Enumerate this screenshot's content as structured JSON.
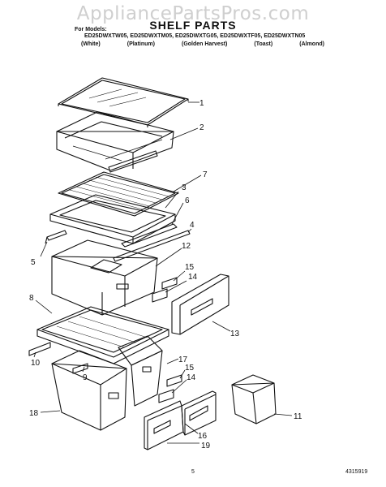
{
  "watermark": "AppliancePartsPros.com",
  "title": "SHELF PARTS",
  "models_label": "For Models:",
  "models": "ED25DWXTW05, ED25DWXTM05, ED25DWXTG05, ED25DWXTF05, ED25DWXTN05",
  "colors": [
    "(White)",
    "(Platinum)",
    "(Golden Harvest)",
    "(Toast)",
    "(Almond)"
  ],
  "callouts": [
    "1",
    "2",
    "7",
    "3",
    "6",
    "4",
    "5",
    "12",
    "15",
    "14",
    "8",
    "13",
    "10",
    "9",
    "17",
    "15",
    "14",
    "18",
    "11",
    "16",
    "19"
  ],
  "page_number": "5",
  "document_code": "4315919"
}
